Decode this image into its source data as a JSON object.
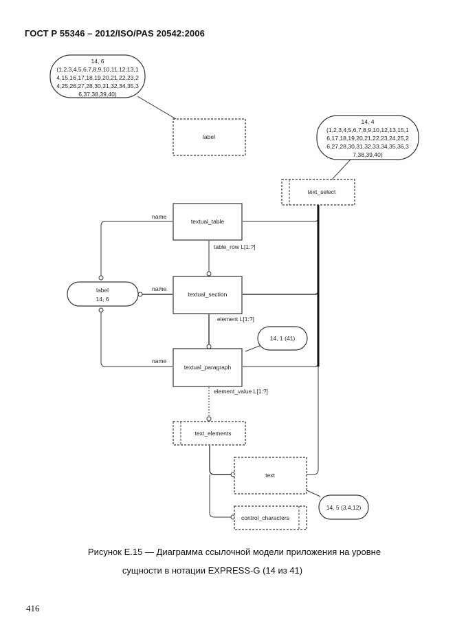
{
  "document": {
    "header": "ГОСТ Р 55346 – 2012/ISO/PAS 20542:2006",
    "caption_line1": "Рисунок Е.15 — Диаграмма ссылочной модели приложения на уровне",
    "caption_line2": "сущности в нотации EXPRESS-G (14 из 41)",
    "page_number": "416"
  },
  "diagram": {
    "entities": {
      "textual_table": "textual_table",
      "textual_section": "textual_section",
      "textual_paragraph": "textual_paragraph"
    },
    "types": {
      "label": "label",
      "text_select": "text_select",
      "text_elements": "text_elements",
      "text": "text",
      "control_characters": "control_characters"
    },
    "page_refs": {
      "label_ref_title": "label",
      "label_ref_page": "14, 6",
      "paragraph_ref": "14, 1 (41)",
      "text_ref": "14, 5 (3,4,12)",
      "label_def_lines": [
        "14, 6",
        "(1,2,3,4,5,6,7,8,9,10,11,12,13,1",
        "4,15,16,17,18,19,20,21,22,23,2",
        "4,25,26,27,28,30,31,32,34,35,3",
        "6,37,38,39,40)"
      ],
      "text_select_def_lines": [
        "14, 4",
        "(1,2,3,4,5,6,7,8,9,10,12,13,15,1",
        "6,17,18,19,20,21,22,23,24,25,2",
        "6,27,28,30,31,32,33,34,35,36,3",
        "7,38,39,40)"
      ]
    },
    "relations": {
      "name_1": "name",
      "name_2": "name",
      "name_3": "name",
      "table_row": "table_row L[1:?]",
      "element": "element L[1:?]",
      "element_value": "element_value L[1:?]"
    }
  }
}
